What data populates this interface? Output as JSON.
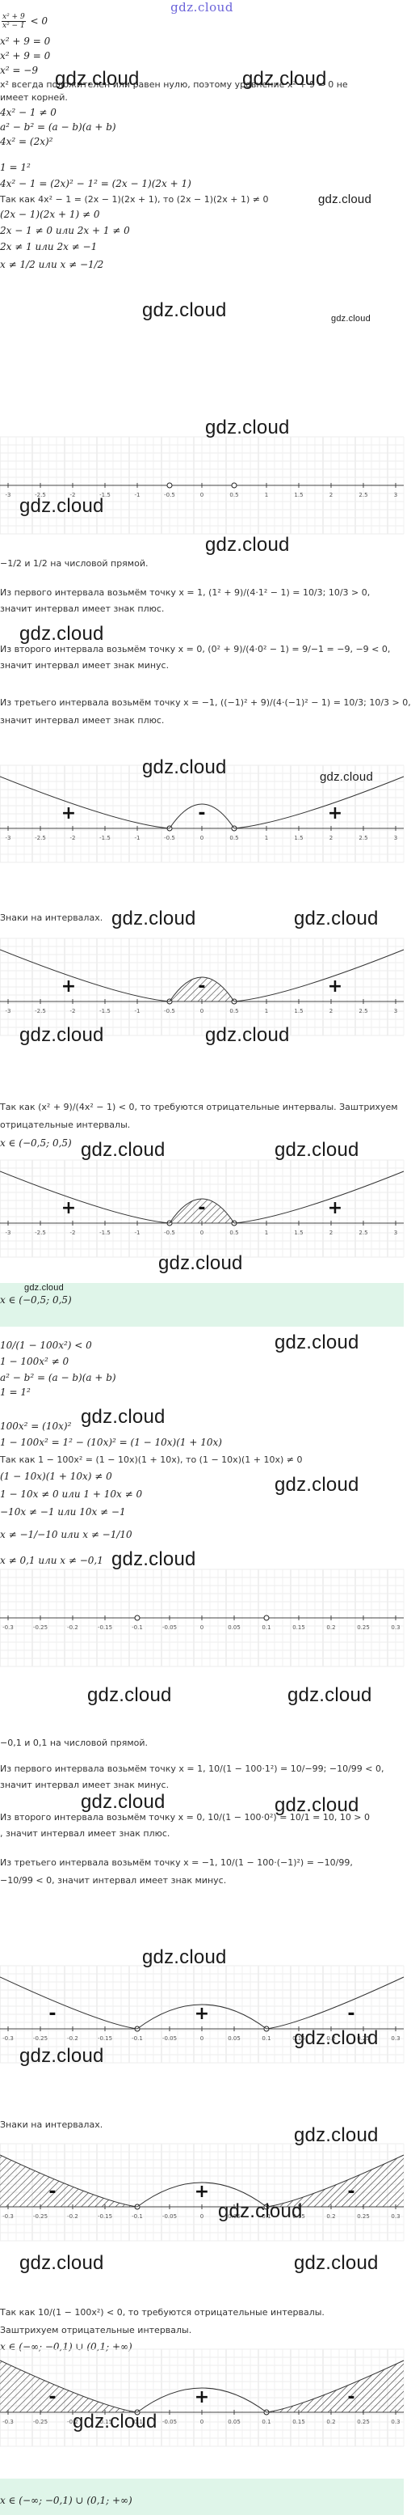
{
  "site": {
    "title": "gdz.cloud",
    "watermark": "gdz.cloud"
  },
  "part1": {
    "l1": {
      "text": "x² + 9",
      "den": "x² − 1",
      "tail": "< 0"
    },
    "l2": "x² + 9 = 0",
    "l3": "x² + 9 = 0",
    "l4": "x² = −9",
    "l5": "x² всегда положителен или равен нулю, поэтому уравнение x² + 9 = 0 не",
    "l6": "имеет корней.",
    "l7": "4x² − 1 ≠ 0",
    "l8": "a² − b² = (a − b)(a + b)",
    "l9": "4x² = (2x)²",
    "l10": "1 = 1²",
    "l11": "4x² − 1 = (2x)² − 1² = (2x − 1)(2x + 1)",
    "l12": "Так как 4x² − 1 = (2x − 1)(2x + 1), то (2x − 1)(2x + 1) ≠ 0",
    "l13": "(2x − 1)(2x + 1) ≠ 0",
    "l14": "2x − 1 ≠ 0 или 2x + 1 ≠ 0",
    "l15": "2x ≠ 1 или 2x ≠ −1",
    "l16": "x ≠ 1/2 или x ≠ −1/2",
    "axis_caption": "−1/2 и 1/2 на числовой прямой.",
    "t1": "Из первого интервала возьмём точку x = 1, (1² + 9)/(4·1² − 1) = 10/3; 10/3 > 0,",
    "t1b": "значит интервал имеет знак плюс.",
    "t2": "Из второго интервала возьмём точку x = 0, (0² + 9)/(4·0² − 1) = 9/−1 = −9, −9 < 0,",
    "t2b": "значит интервал имеет знак минус.",
    "t3": "Из третьего интервала возьмём точку x = −1, ((−1)² + 9)/(4·(−1)² − 1) = 10/3; 10/3 > 0,",
    "t3b": "значит интервал имеет знак плюс.",
    "signs": "Знаки на интервалах.",
    "concl1": "Так как (x² + 9)/(4x² − 1) < 0, то требуются отрицательные интервалы. Заштрихуем",
    "concl2": "отрицательные интервалы.",
    "answer": "x ∈ (−0,5; 0,5)",
    "answer_box": "x ∈ (−0,5; 0,5)"
  },
  "part2": {
    "l1": "10/(1 − 100x²) < 0",
    "l2": "1 − 100x² ≠ 0",
    "l3": "a² − b² = (a − b)(a + b)",
    "l4": "1 = 1²",
    "l5": "100x² = (10x)²",
    "l6": "1 − 100x² = 1² − (10x)² = (1 − 10x)(1 + 10x)",
    "l7": "Так как 1 − 100x² = (1 − 10x)(1 + 10x), то (1 − 10x)(1 + 10x) ≠ 0",
    "l8": "(1 − 10x)(1 + 10x) ≠ 0",
    "l9": "1 − 10x ≠ 0 или 1 + 10x ≠ 0",
    "l10": "−10x ≠ −1 или 10x ≠ −1",
    "l11": "x ≠ −1/−10 или x ≠ −1/10",
    "l12": "x ≠ 0,1 или x ≠ −0,1",
    "axis_caption": "−0,1 и 0,1 на числовой прямой.",
    "t1": "Из первого интервала возьмём точку x = 1, 10/(1 − 100·1²) = 10/−99; −10/99 < 0,",
    "t1b": "значит интервал имеет знак минус.",
    "t2": "Из второго интервала возьмём точку x = 0, 10/(1 − 100·0²) = 10/1 = 10, 10 > 0",
    "t2b": ", значит интервал имеет знак плюс.",
    "t3": "Из третьего интервала возьмём точку x = −1, 10/(1 − 100·(−1)²) = −10/99,",
    "t3b": "−10/99 < 0, значит интервал имеет знак минус.",
    "signs": "Знаки на интервалах.",
    "concl1": "Так как 10/(1 − 100x²) < 0, то требуются отрицательные интервалы.",
    "concl2": "Заштрихуем отрицательные интервалы.",
    "answer": "x ∈ (−∞; −0,1) ∪ (0,1; +∞)",
    "answer_box": "x ∈ (−∞; −0,1) ∪ (0,1; +∞)"
  },
  "graphs": {
    "g1_ticks": [
      "-3",
      "-2.5",
      "-2",
      "-1.5",
      "-1",
      "-0.5",
      "0",
      "0.5",
      "1",
      "1.5",
      "2",
      "2.5",
      "3"
    ],
    "g2_ticks": [
      "-0.3",
      "-0.25",
      "-0.2",
      "-0.15",
      "-0.1",
      "-0.05",
      "0",
      "0.05",
      "0.1",
      "0.15",
      "0.2",
      "0.25",
      "0.3"
    ],
    "sign_plus": "+",
    "sign_minus": "-"
  }
}
